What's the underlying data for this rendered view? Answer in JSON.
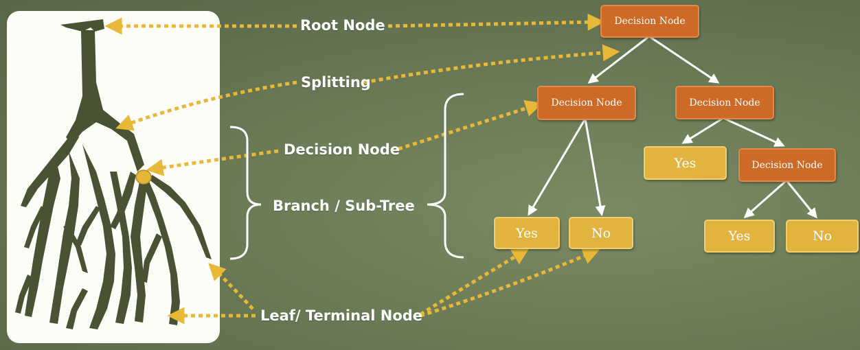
{
  "labels": {
    "root_node": "Root Node",
    "splitting": "Splitting",
    "decision_node": "Decision Node",
    "branch_subtree": "Branch / Sub-Tree",
    "leaf_terminal_node": "Leaf/ Terminal Node"
  },
  "tree": {
    "root": "Decision Node",
    "left_decision": "Decision Node",
    "right_decision": "Decision Node",
    "right_sub_decision": "Decision Node",
    "left_yes": "Yes",
    "left_no": "No",
    "right_yes": "Yes",
    "sub_yes": "Yes",
    "sub_no": "No"
  },
  "colors": {
    "decision_node": "#cd6a27",
    "leaf_node": "#e2b43f",
    "dotted_arrow": "#e8b838",
    "tree_arrow": "#ffffff",
    "background": "#6a7a55"
  }
}
